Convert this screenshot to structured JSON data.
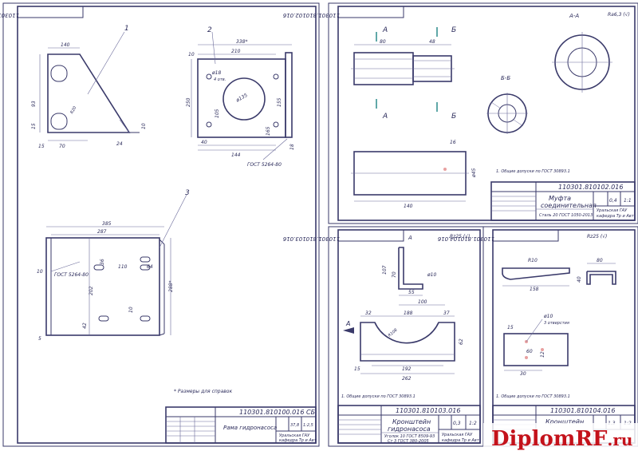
{
  "sheets": {
    "frame": {
      "code": "110301.810100.016 СБ",
      "rot_code": "110301.810100.016 СБ",
      "title": "Рама гидронасоса",
      "note": "* Размеры для справок",
      "mass": "37,8",
      "scale": "1:2,5",
      "org1": "Уральская ГАУ",
      "org2": "кафедра Тр и Авт",
      "pos": [
        "1",
        "2",
        "3"
      ]
    },
    "coupling": {
      "code": "110301.810102.016",
      "rot_code": "110301.810102.016",
      "title1": "Муфта",
      "title2": "соединительная",
      "material": "Сталь 20  ГОСТ 1050-2013",
      "note": "1. Общие допуски по ГОСТ 30893.1",
      "mass": "0,4",
      "scale": "1:1",
      "org1": "Уральская ГАУ",
      "org2": "кафедра Тр и Авт",
      "roughness": "Ra6,3 (√)",
      "sectionA": "А-А",
      "sectionB": "Б-Б",
      "A": "А",
      "B": "Б"
    },
    "bracket1": {
      "code": "110301.810103.016",
      "rot_code": "110301.810103.016",
      "title1": "Кронштейн",
      "title2": "гидронасоса",
      "material": "Уголок 10 ГОСТ 8509-93",
      "material2": "Ст 3 ГОСТ 380-2005",
      "note": "1. Общие допуски по ГОСТ 30893.1",
      "mass": "0,3",
      "scale": "1:2",
      "org1": "Уральская ГАУ",
      "org2": "кафедра Тр и Авт",
      "roughness": "Rz25 (√)",
      "viewA": "А"
    },
    "bracket2": {
      "code": "110301.810104.016",
      "rot_code": "110301.810104.016",
      "title1": "Кронштейн",
      "note": "1. Общие допуски по ГОСТ 30893.1",
      "mass": "1,3",
      "scale": "1:2",
      "roughness": "Rz25 (√)",
      "holes": "3 отверстия",
      "hole_dia": "ø10"
    }
  },
  "dims": {
    "d140": "140",
    "d93": "93",
    "d15": "15",
    "d70": "70",
    "dR20": "R20",
    "d10": "10",
    "d24": "24",
    "d338": "338*",
    "d210": "210",
    "d250": "250",
    "d155": "155",
    "d105": "105",
    "d40": "40",
    "d144": "144",
    "d165": "165",
    "d18": "18",
    "dholes": "ø18",
    "dholes2": "4 отв.",
    "dcirc": "ø135",
    "gost": "ГОСТ 5264-80",
    "d385": "385",
    "d287": "287",
    "d288": "288*",
    "d202": "202",
    "d110": "110",
    "d64": "64",
    "d36": "36",
    "d42": "42",
    "d5": "5",
    "d10b": "10",
    "c80": "80",
    "c48": "48",
    "c140": "140",
    "c45": "ø45",
    "c16": "16",
    "b107": "107",
    "b70": "70",
    "b10": "ø10",
    "b55": "55",
    "b100": "100",
    "b32": "32",
    "b188": "188",
    "b37": "37",
    "b62": "62",
    "b15": "15",
    "b192": "192",
    "b262": "262",
    "bR": "R108",
    "k80": "80",
    "k40": "40",
    "k158": "158",
    "kR": "R10",
    "k15": "15",
    "k60": "60",
    "k30": "30",
    "k12": "12"
  },
  "watermark": {
    "text": "DiplomRF",
    "suffix": ".ru"
  },
  "colors": {
    "line": "#3a3a6a",
    "watermark": "#c4121b"
  }
}
